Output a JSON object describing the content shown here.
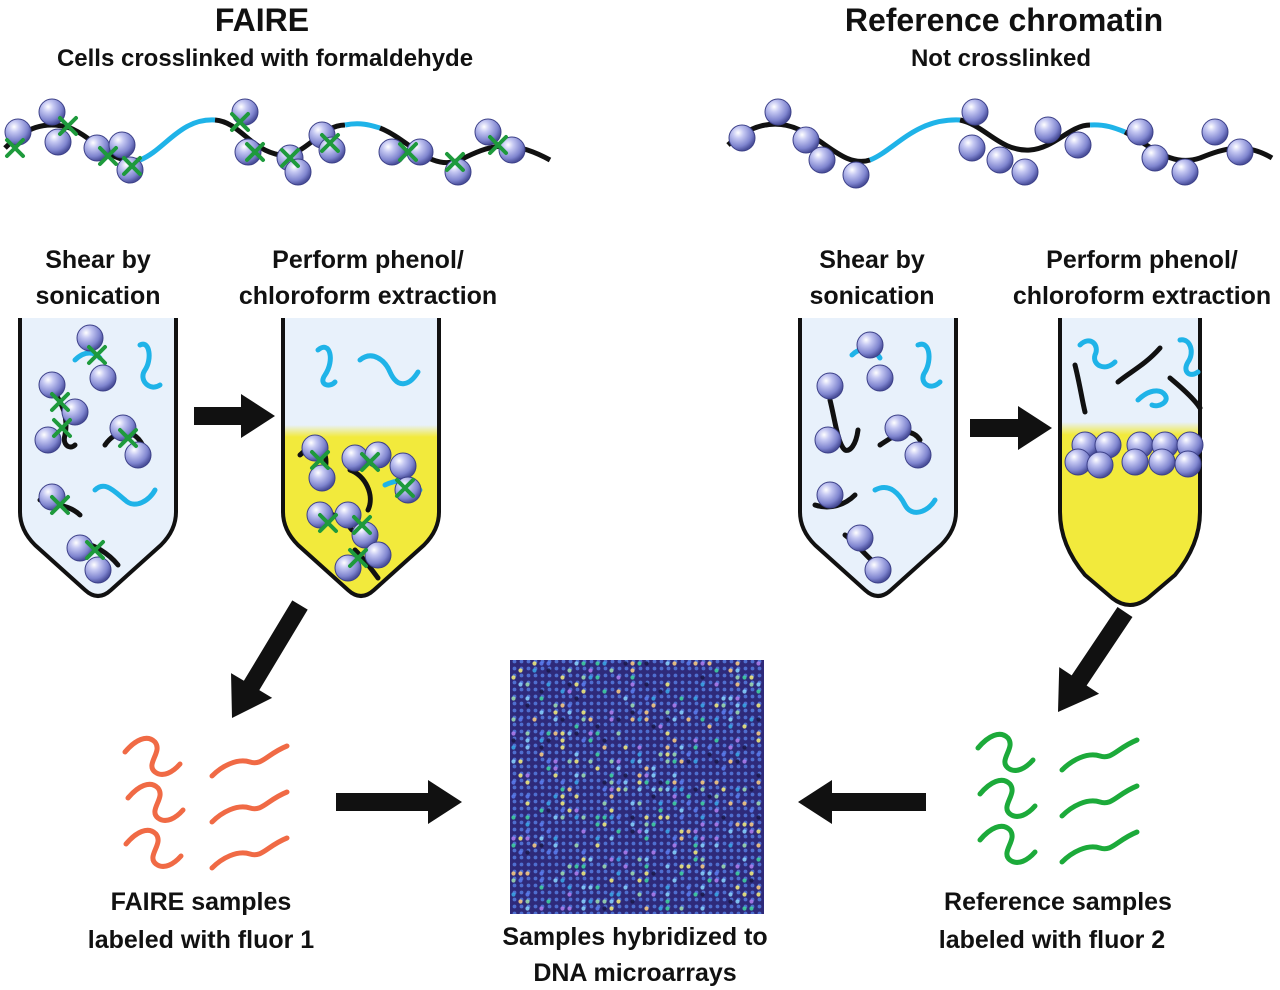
{
  "faire": {
    "title": "FAIRE",
    "subtitle": "Cells crosslinked with formaldehyde",
    "step1": [
      "Shear by",
      "sonication"
    ],
    "step2": [
      "Perform phenol/",
      "chloroform extraction"
    ],
    "samples": [
      "FAIRE samples",
      "labeled with fluor 1"
    ]
  },
  "reference": {
    "title": "Reference chromatin",
    "subtitle": "Not crosslinked",
    "step1": [
      "Shear by",
      "sonication"
    ],
    "step2": [
      "Perform phenol/",
      "chloroform extraction"
    ],
    "samples": [
      "Reference samples",
      "labeled with fluor 2"
    ]
  },
  "microarray": {
    "caption": [
      "Samples hybridized to",
      "DNA microarrays"
    ]
  },
  "colors": {
    "nucleosome": "#8f94d8",
    "open_dna": "#1fb3e8",
    "dna": "#111111",
    "crosslink": "#1e9a3c",
    "fluor1": "#f06a45",
    "fluor2": "#1caa3a",
    "organic_phase": "#f2ea3c",
    "tube_fill": "#e8f1fb",
    "arrow": "#111111"
  }
}
